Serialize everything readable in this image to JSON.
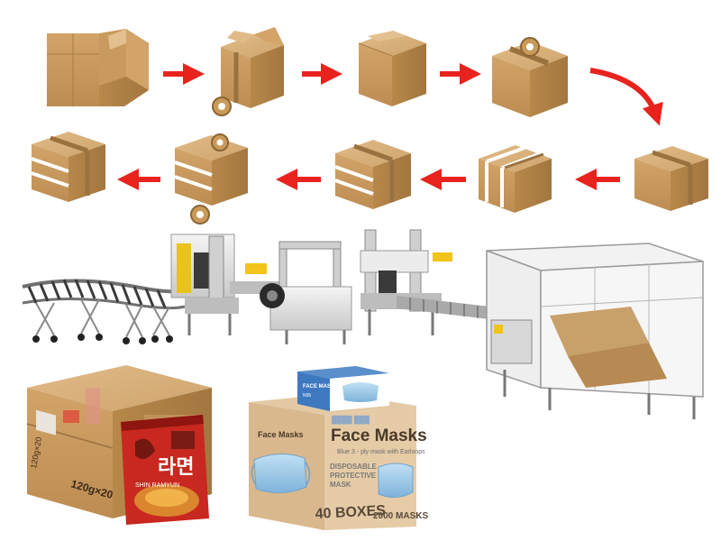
{
  "colors": {
    "box_top": "#d6ad76",
    "box_front": "#c89a5e",
    "box_side": "#b0824b",
    "tape": "#9a7240",
    "strap": "#ffffff",
    "arrow": "#e8231d",
    "machine_frame": "#dcdcdc",
    "machine_yellow": "#f2c318",
    "ramen_red": "#c8281f",
    "mask_blue": "#9cc8e6"
  },
  "process_steps": [
    {
      "step": "box-formed-open"
    },
    {
      "step": "box-bottom-taped"
    },
    {
      "step": "box-filled-closed"
    },
    {
      "step": "box-top-taping"
    },
    {
      "step": "box-sealed"
    },
    {
      "step": "box-strapped"
    },
    {
      "step": "box-strapped-taped"
    },
    {
      "step": "box-side-taping"
    },
    {
      "step": "box-finished"
    }
  ],
  "ramen_case": {
    "weight_label": "120g×20",
    "weight_label_side": "120g×20",
    "korean_text": "라면",
    "small_text": "SHIN RAMYUN"
  },
  "mask_small_box": {
    "title": "FACE MASKS",
    "small": "N95"
  },
  "mask_case": {
    "brand_blur": "████ ███",
    "title": "Face Masks",
    "subtitle": "Blue 3 - ply mask with Earloops",
    "line1": "DISPOSABLE",
    "line2": "PROTECTIVE",
    "line3": "MASK",
    "count_boxes": "40 BOXES",
    "count_masks": "2000 MASKS"
  }
}
